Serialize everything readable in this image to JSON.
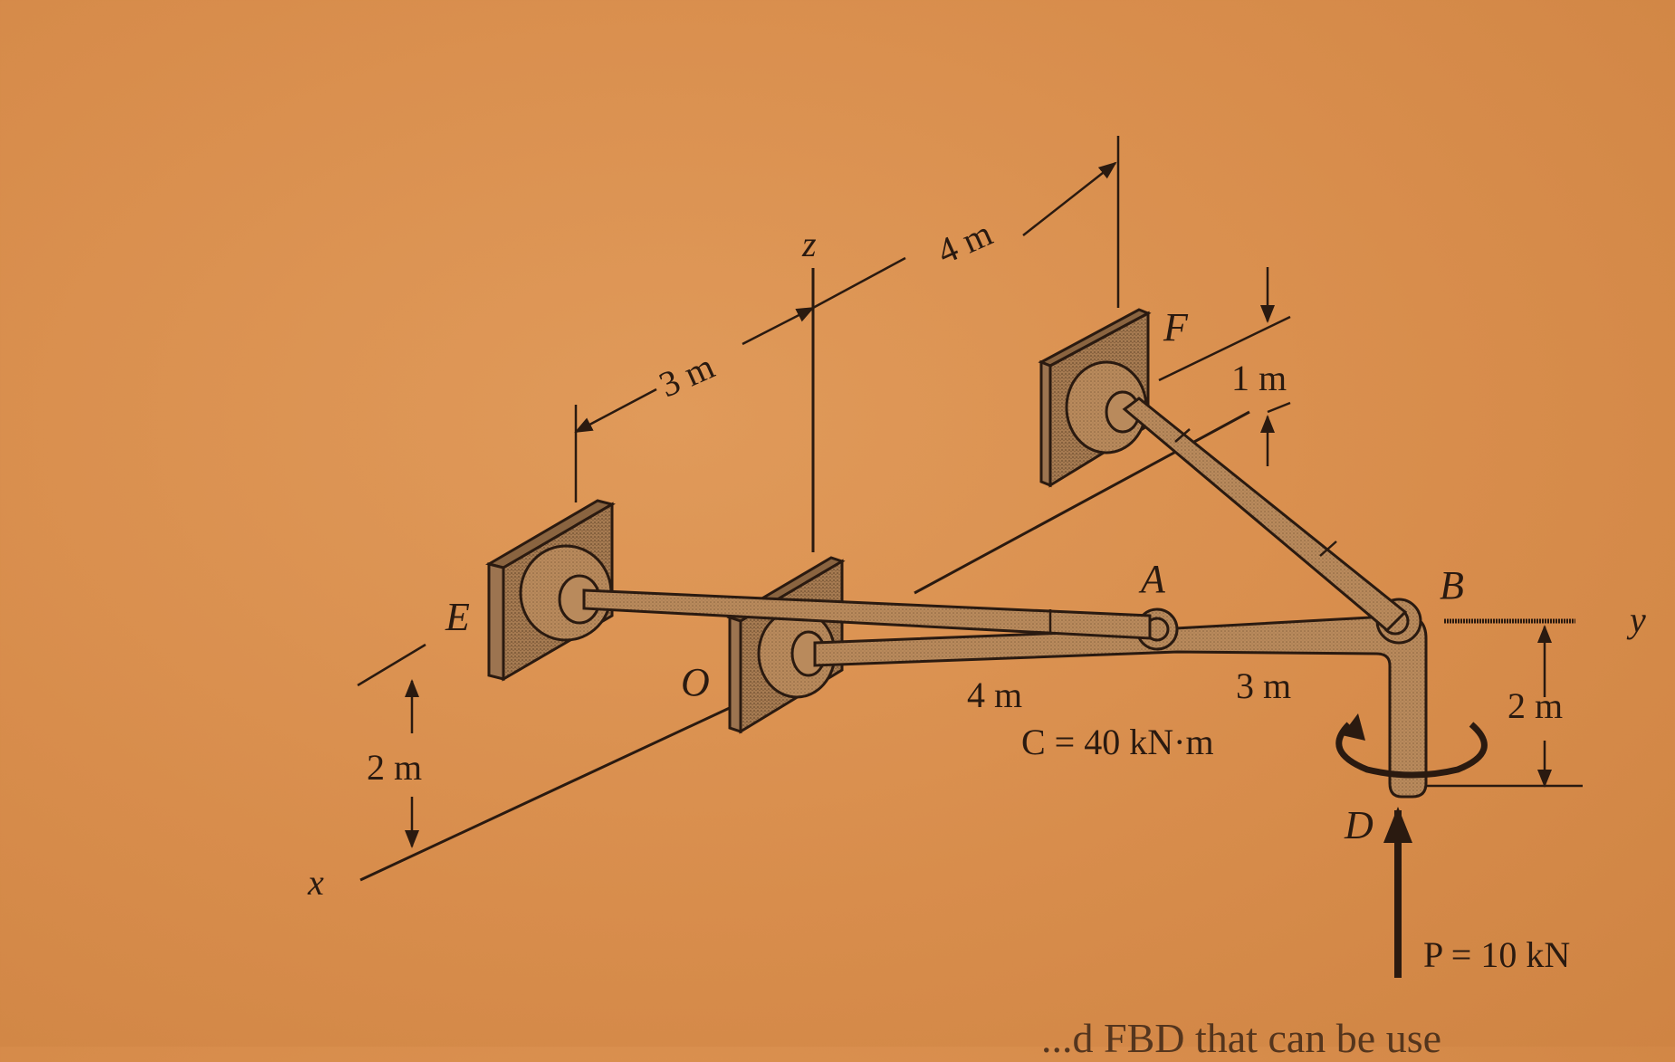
{
  "figure": {
    "type": "3D statics free-body problem diagram",
    "axes": {
      "x": "x",
      "y": "y",
      "z": "z"
    },
    "points": {
      "A": "A",
      "B": "B",
      "D": "D",
      "E": "E",
      "F": "F",
      "O": "O"
    },
    "dimensions": {
      "e_to_o": "3 m",
      "o_to_f": "4 m",
      "f_height": "1 m",
      "e_height": "2 m",
      "o_to_a": "4 m",
      "a_to_b": "3 m",
      "b_to_d": "2 m"
    },
    "loads": {
      "couple": "C = 40 kN·m",
      "force": "P = 10 kN"
    },
    "partial_caption": "...d FBD that can be use"
  },
  "colors": {
    "paper": "#d88d4c",
    "ink": "#2a1a10",
    "member_fill": "#b98a5c",
    "plate_fill": "#a67b52"
  }
}
